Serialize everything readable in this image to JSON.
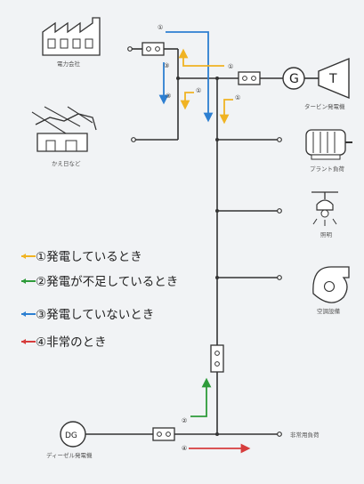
{
  "labels": {
    "power_company": "電力会社",
    "turbine_generator": "タービン発電機",
    "generator_symbol": "G",
    "turbine_symbol": "T",
    "sakamachi": "かえ日など",
    "plant_equipment": "プラント負荷",
    "lighting": "照明",
    "hvac": "空調設備",
    "dg_symbol": "DG",
    "diesel_generator": "ディーゼル発電機",
    "emergency_load": "非常用負荷"
  },
  "markers": {
    "m1_top": "①",
    "m3_top": "③",
    "m1_right": "①",
    "m3_mid": "③",
    "m1_center": "①",
    "m1_vert": "①",
    "m2_bottom": "②",
    "m4_bottom": "④"
  },
  "legend": [
    {
      "text": "①発電しているとき",
      "color": "#f0b323"
    },
    {
      "text": "②発電が不足しているとき",
      "color": "#2e9b3a"
    },
    {
      "text": "③発電していないとき",
      "color": "#2d7fd1"
    },
    {
      "text": "④非常のとき",
      "color": "#d63c3c"
    }
  ]
}
